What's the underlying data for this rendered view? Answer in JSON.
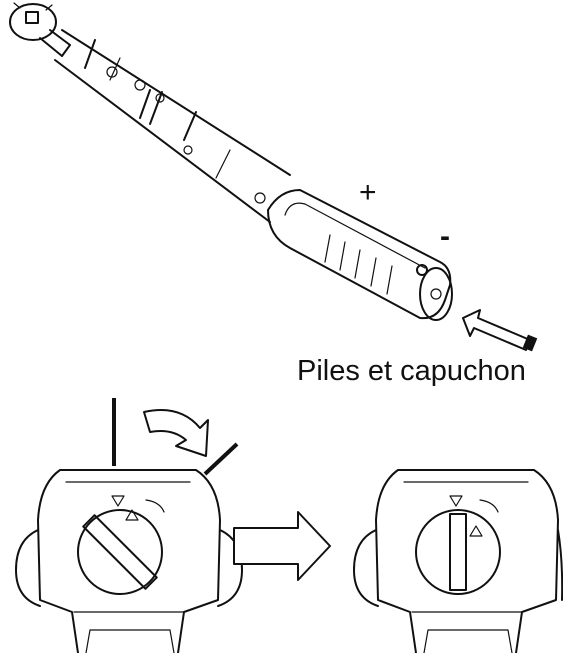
{
  "diagram": {
    "label_batteries": "Piles et capuchon",
    "sign_plus": "+",
    "sign_minus": "-"
  },
  "icons": {
    "wrench": "torque-wrench-illustration",
    "insert_arrow": "insert-arrow-icon",
    "rotate_arrow": "rotate-arrow-icon",
    "next_arrow": "right-arrow-icon",
    "cap_before": "battery-cap-slot-diagonal",
    "cap_after": "battery-cap-slot-vertical"
  },
  "colors": {
    "line": "#111111",
    "background": "#ffffff"
  }
}
